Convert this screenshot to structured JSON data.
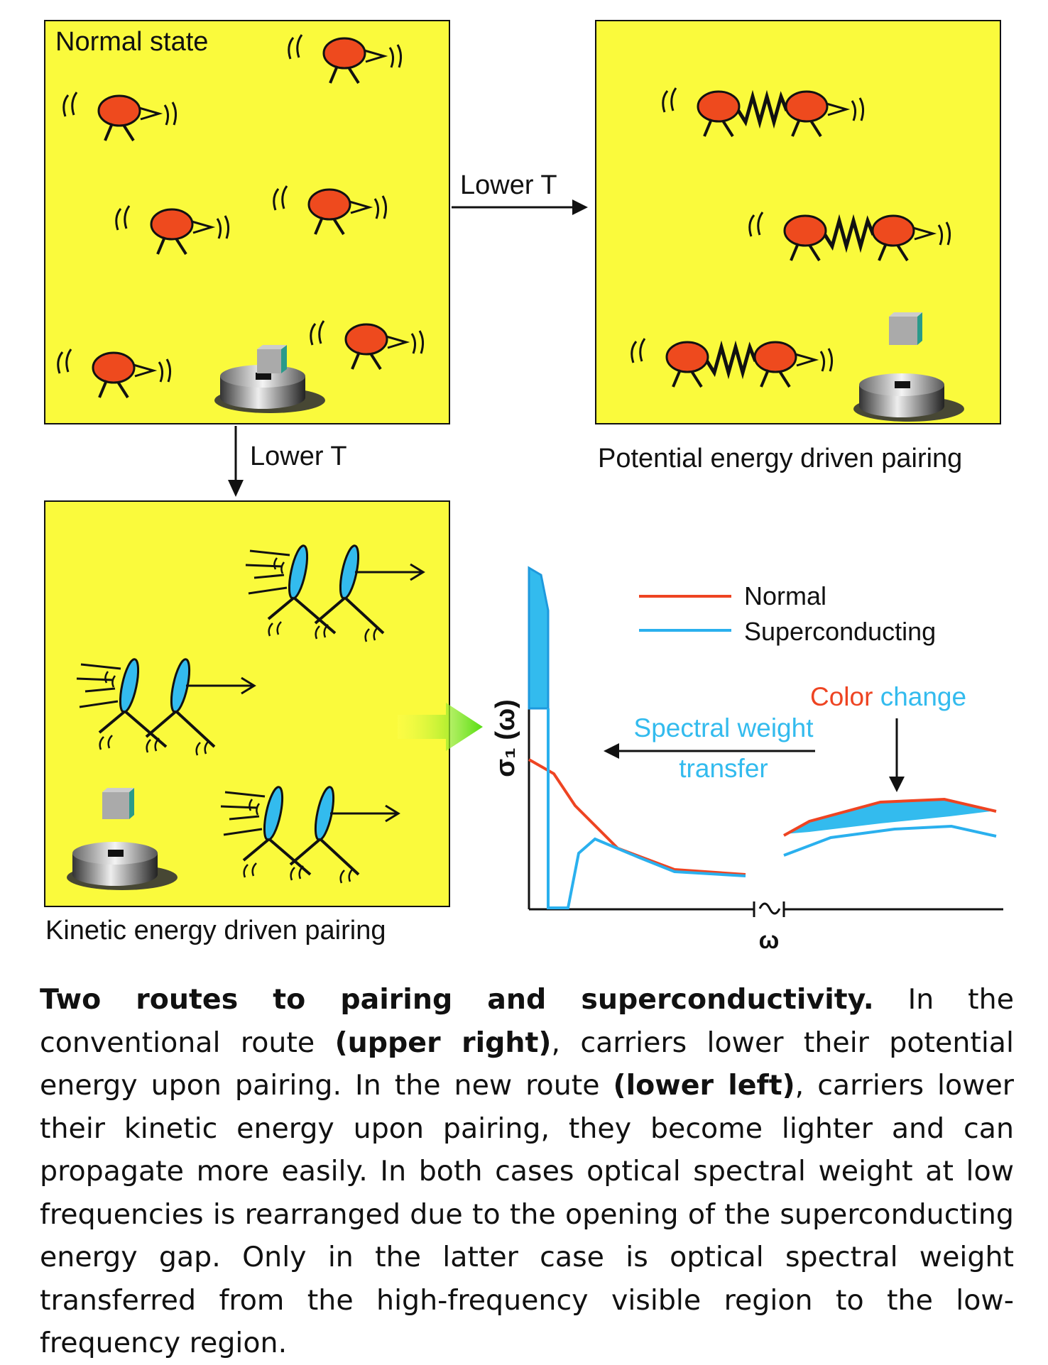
{
  "panels": {
    "normal_state_title": "Normal state",
    "arrow_right_label": "Lower T",
    "arrow_down_label": "Lower T",
    "potential_caption": "Potential energy driven pairing",
    "kinetic_caption": "Kinetic energy driven pairing"
  },
  "plot": {
    "ylabel": "σ₁ (ω)",
    "xlabel": "ω",
    "legend": [
      {
        "name": "Normal",
        "color": "#ee4422"
      },
      {
        "name": "Superconducting",
        "color": "#2ab0ee"
      }
    ],
    "annotation_transfer_line1": "Spectral weight",
    "annotation_transfer_line2": "transfer",
    "annotation_color_word1": "Color",
    "annotation_color_word2": "change"
  },
  "caption": {
    "title": "Two routes to pairing and superconductivity.",
    "s1": " In the conventional route ",
    "s1_bold": "(upper right)",
    "s2": ", carriers lower their potential energy upon pairing. In the new route ",
    "s2_bold": "(lower left)",
    "s3": ", carriers lower their kinetic energy upon pairing, they become lighter and can propagate more easily. In both cases optical spectral weight at low frequencies is rearranged due to the opening of the superconducting energy gap. Only in the latter case is optical spectral weight transferred from the high-frequency visible region to the low-frequency region."
  },
  "colors": {
    "panel_bg": "#fafa3c",
    "carrier": "#ee4a1e",
    "light_carrier": "#33bbee",
    "arrow_green": "#66dd22",
    "normal_curve": "#ee4422",
    "sc_curve": "#2ab0ee"
  }
}
